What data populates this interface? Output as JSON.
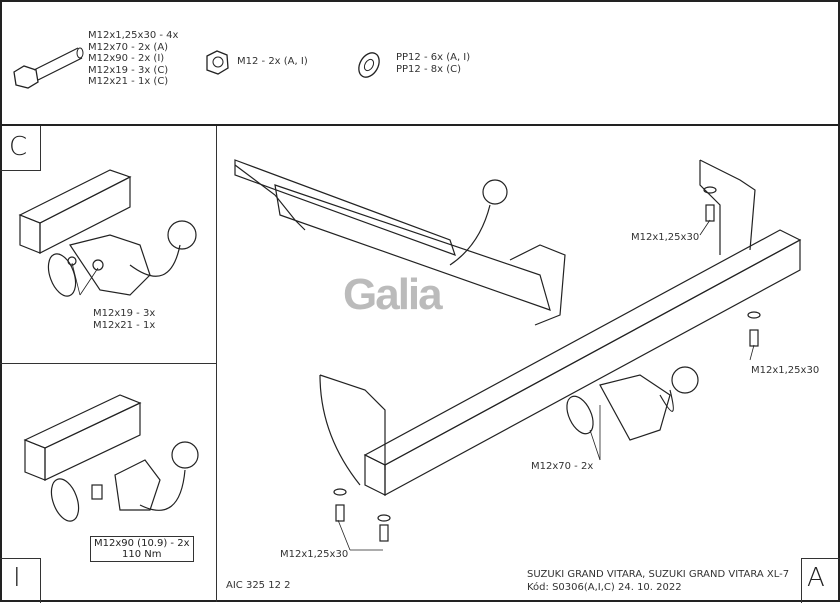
{
  "parts": {
    "bolts": [
      "M12x1,25x30 - 4x",
      "M12x70 - 2x (A)",
      "M12x90 - 2x (I)",
      "M12x19 - 3x (C)",
      "M12x21 - 1x (C)"
    ],
    "nut": "M12 - 2x (A, I)",
    "washers": [
      "PP12 - 6x (A, I)",
      "PP12 - 8x (C)"
    ]
  },
  "panel_c": {
    "letter": "C",
    "callouts": [
      "M12x19 - 3x",
      "M12x21 - 1x"
    ]
  },
  "panel_i": {
    "letter": "I",
    "callouts": [
      "M12x90 (10.9) - 2x",
      "110 Nm"
    ]
  },
  "panel_a": {
    "letter": "A",
    "callouts": {
      "top_right": "M12x1,25x30",
      "right": "M12x1,25x30",
      "center": "M12x70 - 2x",
      "bottom_left": "M12x1,25x30"
    },
    "logo": "Galia",
    "drawing_no": "AIC 325 12 2",
    "vehicle": "SUZUKI GRAND VITARA, SUZUKI GRAND VITARA XL-7",
    "code": "Kód: S0306(A,I,C)  24. 10. 2022"
  }
}
